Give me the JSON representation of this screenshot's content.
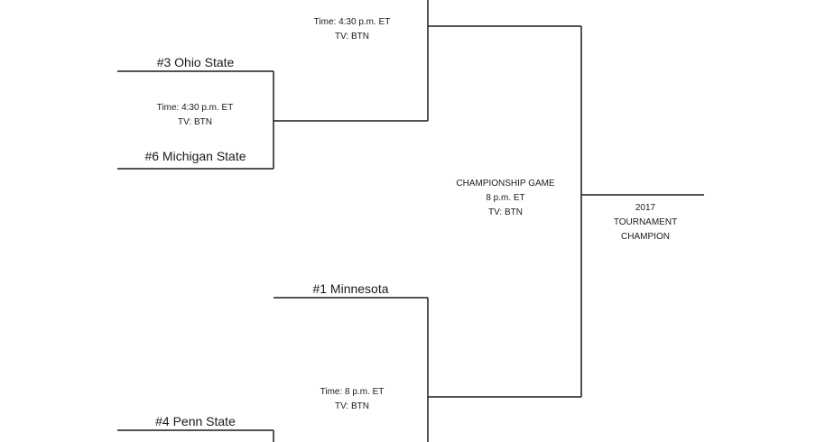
{
  "teams": {
    "ohio_state": "#3 Ohio State",
    "michigan_state": "#6 Michigan State",
    "minnesota": "#1 Minnesota",
    "penn_state": "#4 Penn State"
  },
  "games": {
    "semifinal_top": {
      "time": "Time: 4:30 p.m. ET",
      "tv": "TV: BTN"
    },
    "quarterfinal_ohio_michigan": {
      "time": "Time: 4:30 p.m. ET",
      "tv": "TV: BTN"
    },
    "semifinal_bottom": {
      "time": "Time: 8 p.m. ET",
      "tv": "TV: BTN"
    },
    "championship": {
      "title": "CHAMPIONSHIP GAME",
      "time": "8 p.m. ET",
      "tv": "TV: BTN"
    }
  },
  "champion": {
    "year": "2017",
    "line1": "TOURNAMENT",
    "line2": "CHAMPION"
  }
}
